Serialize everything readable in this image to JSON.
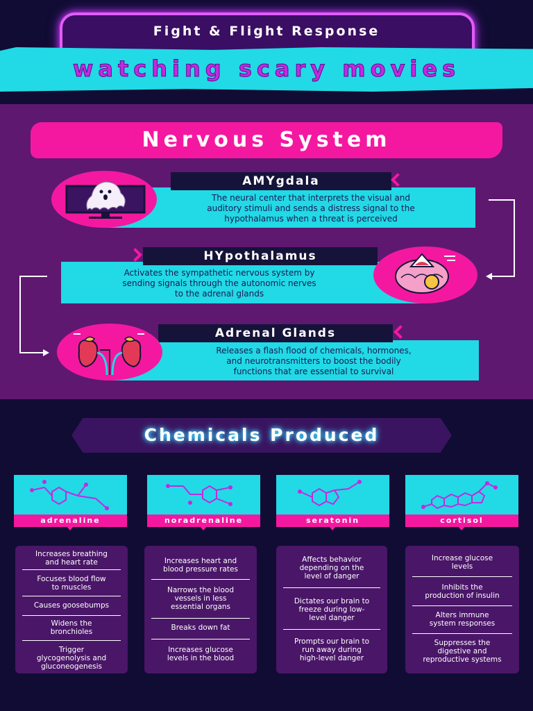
{
  "header": {
    "title": "Fight & Flight Response",
    "subtitle": "watching scary movies"
  },
  "nervous_system": {
    "title": "Nervous System",
    "steps": [
      {
        "label": "AMYgdala",
        "text": [
          "The neural center that interprets the visual and",
          "auditory stimuli and sends a distress signal to the",
          "hypothalamus when a threat is perceived"
        ],
        "icon": "ghost-monitor-icon"
      },
      {
        "label": "HYpothalamus",
        "text": [
          "Activates the sympathetic nervous system by",
          "sending signals through the autonomic nerves",
          "to the adrenal glands"
        ],
        "icon": "brain-alert-icon"
      },
      {
        "label": "Adrenal Glands",
        "text": [
          "Releases a flash flood of chemicals, hormones,",
          "and neurotransmitters to boost the bodily",
          "functions that are essential to survival"
        ],
        "icon": "kidneys-icon"
      }
    ]
  },
  "chemicals": {
    "title": "Chemicals Produced",
    "items": [
      {
        "name": "adrenaline",
        "effects": [
          [
            "Increases breathing",
            "and heart rate"
          ],
          [
            "Focuses blood flow",
            "to muscles"
          ],
          [
            "Causes goosebumps"
          ],
          [
            "Widens the",
            "bronchioles"
          ],
          [
            "Trigger",
            "glycogenolysis and",
            "gluconeogenesis"
          ]
        ]
      },
      {
        "name": "noradrenaline",
        "effects": [
          [
            "Increases heart and",
            "blood pressure rates"
          ],
          [
            "Narrows the blood",
            "vessels in less",
            "essential organs"
          ],
          [
            "Breaks down fat"
          ],
          [
            "Increases glucose",
            "levels in the blood"
          ]
        ]
      },
      {
        "name": "seratonin",
        "effects": [
          [
            "Affects behavior",
            "depending on the",
            "level of danger"
          ],
          [
            "Dictates our brain to",
            "freeze during low-",
            "level danger"
          ],
          [
            "Prompts our brain to",
            "run away during",
            "high-level danger"
          ]
        ]
      },
      {
        "name": "cortisol",
        "effects": [
          [
            "Increase glucose",
            "levels"
          ],
          [
            "Inhibits the",
            "production of insulin"
          ],
          [
            "Alters immune",
            "system responses"
          ],
          [
            "Suppresses the",
            "digestive and",
            "reproductive systems"
          ]
        ]
      }
    ]
  },
  "colors": {
    "cyan": "#22d9e6",
    "magenta": "#f418a0",
    "purple": "#5e1870",
    "navy": "#100c33"
  }
}
